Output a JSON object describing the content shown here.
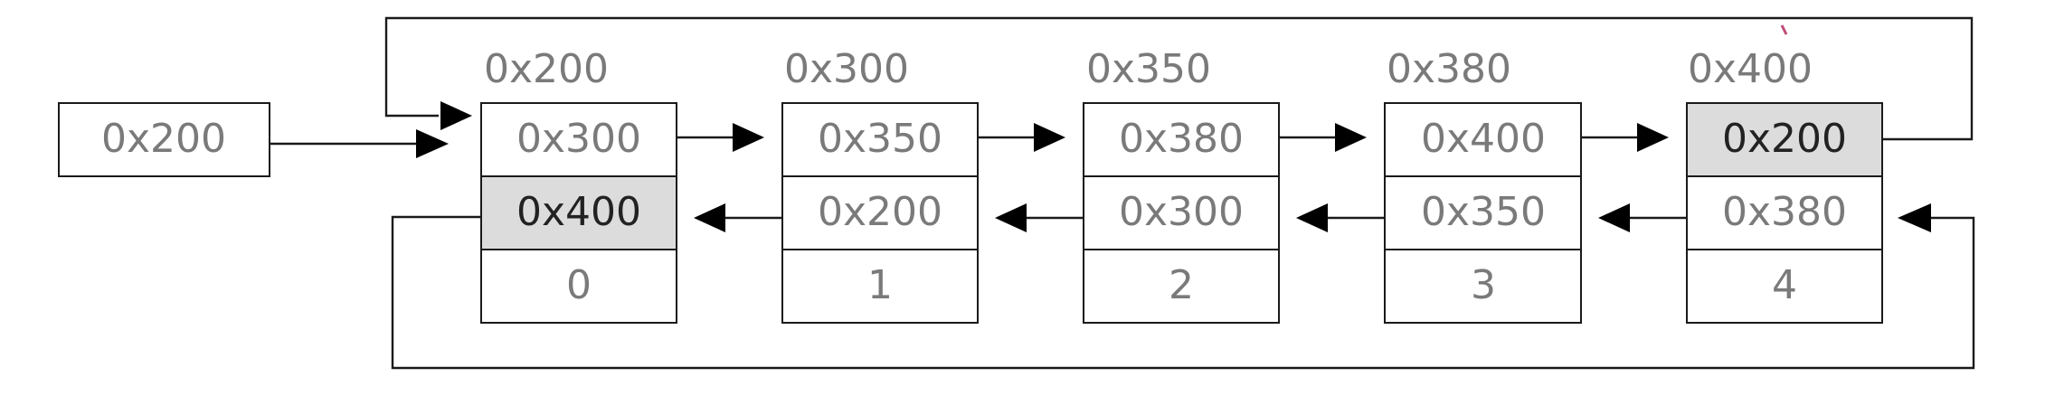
{
  "head_pointer": {
    "value": "0x200"
  },
  "nodes": [
    {
      "address": "0x200",
      "next": "0x300",
      "prev": "0x400",
      "data": "0"
    },
    {
      "address": "0x300",
      "next": "0x350",
      "prev": "0x200",
      "data": "1"
    },
    {
      "address": "0x350",
      "next": "0x380",
      "prev": "0x300",
      "data": "2"
    },
    {
      "address": "0x380",
      "next": "0x400",
      "prev": "0x350",
      "data": "3"
    },
    {
      "address": "0x400",
      "next": "0x200",
      "prev": "0x380",
      "data": "4"
    }
  ],
  "colors": {
    "highlight_cell": "#dcdcdc",
    "plain_cell": "#ffffff",
    "line": "#1a1a1a",
    "text": "#7a7a7a"
  }
}
